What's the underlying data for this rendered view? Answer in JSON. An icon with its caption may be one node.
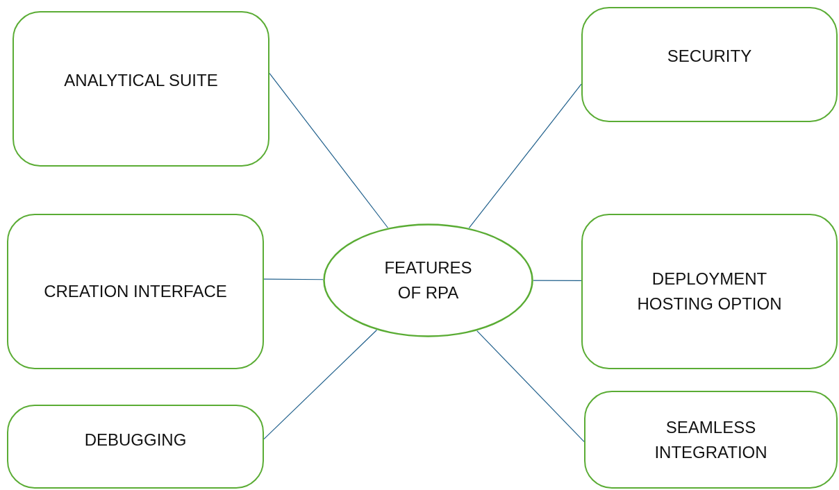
{
  "diagram": {
    "nodes": [
      {
        "text": [
          "ANALYTICAL SUITE"
        ]
      },
      {
        "text": [
          "SECURITY"
        ]
      },
      {
        "text": [
          "CREATION INTERFACE"
        ]
      },
      {
        "text": [
          "FEATURES OF RPA"
        ]
      },
      {
        "text": [
          "DEPLOYMENT HOSTING OPTION"
        ]
      },
      {
        "text": [
          "DEBUGGING"
        ]
      },
      {
        "text": [
          "SEAMLESS INTEGRATION"
        ]
      }
    ],
    "edges": [
      {
        "from": 3,
        "to": 0,
        "arrow": "none"
      },
      {
        "from": 3,
        "to": 1,
        "arrow": "none"
      },
      {
        "from": 3,
        "to": 2,
        "arrow": "none"
      },
      {
        "from": 3,
        "to": 4,
        "arrow": "none"
      },
      {
        "from": 3,
        "to": 5,
        "arrow": "none"
      },
      {
        "from": 3,
        "to": 6,
        "arrow": "none"
      }
    ]
  }
}
